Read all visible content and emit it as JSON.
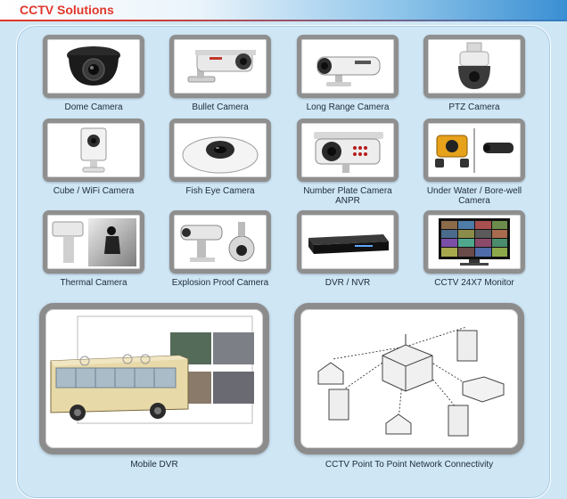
{
  "header": {
    "title": "CCTV Solutions"
  },
  "products": [
    {
      "label": "Dome Camera",
      "icon": "dome-camera-icon"
    },
    {
      "label": "Bullet Camera",
      "icon": "bullet-camera-icon"
    },
    {
      "label": "Long Range Camera",
      "icon": "long-range-camera-icon"
    },
    {
      "label": "PTZ Camera",
      "icon": "ptz-camera-icon"
    },
    {
      "label": "Cube / WiFi Camera",
      "icon": "cube-camera-icon"
    },
    {
      "label": "Fish Eye Camera",
      "icon": "fish-eye-camera-icon"
    },
    {
      "label": "Number Plate Camera ANPR",
      "icon": "anpr-camera-icon"
    },
    {
      "label": "Under Water / Bore-well Camera",
      "icon": "underwater-camera-icon"
    },
    {
      "label": "Thermal Camera",
      "icon": "thermal-camera-icon"
    },
    {
      "label": "Explosion Proof Camera",
      "icon": "explosion-proof-camera-icon"
    },
    {
      "label": "DVR / NVR",
      "icon": "dvr-icon"
    },
    {
      "label": "CCTV 24X7 Monitor",
      "icon": "monitor-icon"
    }
  ],
  "solutions": [
    {
      "label": "Mobile DVR",
      "icon": "bus-dvr-icon"
    },
    {
      "label": "CCTV Point To Point Network Connectivity",
      "icon": "network-diagram-icon"
    }
  ],
  "colors": {
    "title": "#e2372b",
    "tile_border": "#8f8f8f",
    "background": "#cfe6f5"
  }
}
